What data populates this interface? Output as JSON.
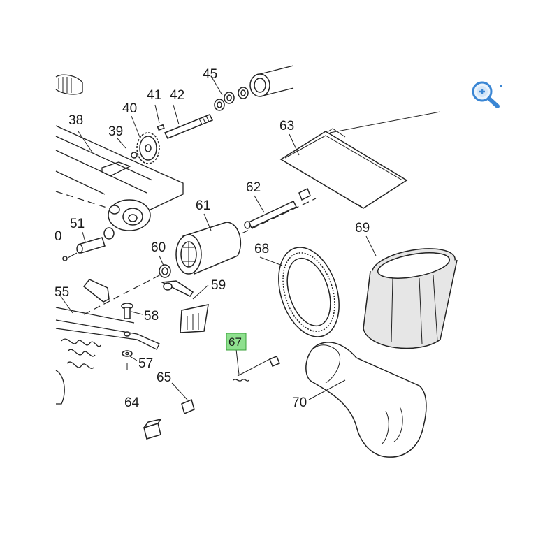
{
  "zoom": {
    "icon": "magnifier-plus-icon",
    "color": "#3a86d4"
  },
  "highlight_color": "#8fe08f",
  "parts": [
    {
      "id": "p41",
      "label": "41"
    },
    {
      "id": "p42",
      "label": "42"
    },
    {
      "id": "p40",
      "label": "40"
    },
    {
      "id": "p39",
      "label": "39"
    },
    {
      "id": "p38",
      "label": "38"
    },
    {
      "id": "p51",
      "label": "51"
    },
    {
      "id": "p61",
      "label": "61"
    },
    {
      "id": "p62",
      "label": "62"
    },
    {
      "id": "p63",
      "label": "63"
    },
    {
      "id": "p60",
      "label": "60"
    },
    {
      "id": "p59",
      "label": "59"
    },
    {
      "id": "p58",
      "label": "58"
    },
    {
      "id": "p57",
      "label": "57"
    },
    {
      "id": "p68",
      "label": "68"
    },
    {
      "id": "p69",
      "label": "69"
    },
    {
      "id": "p67",
      "label": "67",
      "highlighted": true
    },
    {
      "id": "p65",
      "label": "65"
    },
    {
      "id": "p64",
      "label": "64"
    },
    {
      "id": "p70",
      "label": "70"
    },
    {
      "id": "p55",
      "label": "55"
    },
    {
      "id": "p0",
      "label": "0"
    },
    {
      "id": "p45",
      "label": "45"
    }
  ]
}
